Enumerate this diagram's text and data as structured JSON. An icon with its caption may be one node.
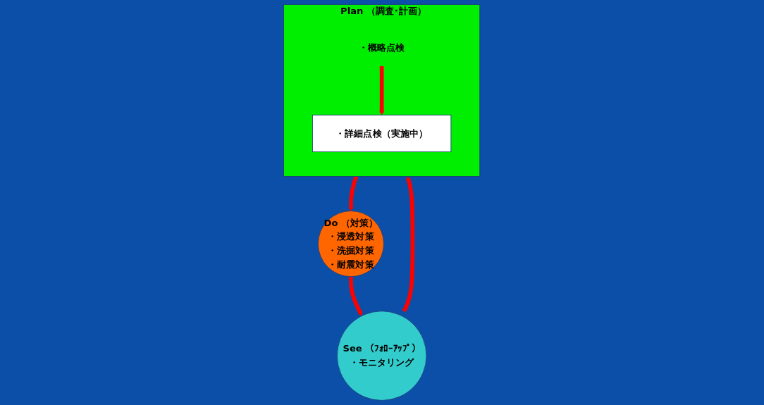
{
  "diagram": {
    "nodes": [
      {
        "text": [
          "Plan （調査･計画）"
        ]
      },
      {
        "text": [
          "・概略点検"
        ],
        "in": 0
      },
      {
        "text": [
          "・詳細点検（実施中）"
        ],
        "in": 0
      },
      {
        "text": [
          "Do （対策）",
          "・浸透対策",
          "・洗掘対策",
          "・耐震対策"
        ]
      },
      {
        "text": [
          "See （ﾌｫﾛｰｱｯﾌﾟ）",
          "・モニタリング"
        ]
      }
    ],
    "edges": [
      {
        "from": 1,
        "to": 2,
        "arrow": "to"
      },
      {
        "from": 0,
        "to": 3,
        "arrow": "to"
      },
      {
        "from": 3,
        "to": 4,
        "arrow": "to"
      },
      {
        "from": 4,
        "to": 0,
        "arrow": "to"
      }
    ]
  }
}
